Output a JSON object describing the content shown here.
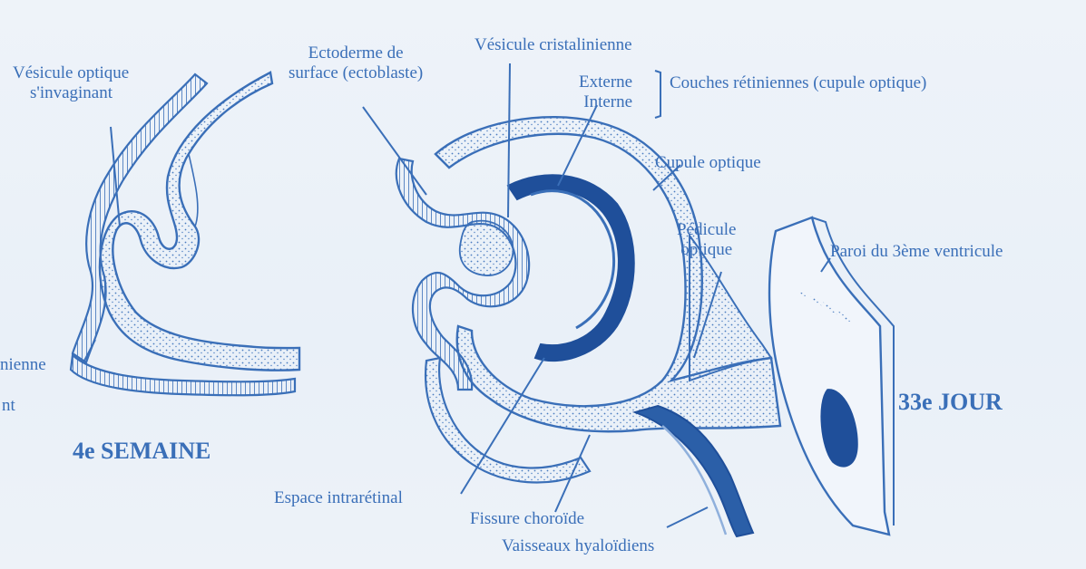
{
  "labels": {
    "optic_vesicle": "Vésicule optique\n    s'invaginant",
    "cropped_1": "nienne",
    "cropped_2": "nt",
    "surface_ectoderm": "Ectoderme de\nsurface (ectoblaste)",
    "lens_vesicle": "Vésicule cristalinienne",
    "external_internal": "Externe\nInterne",
    "retinal_layers": "Couches rétiniennes (cupule optique)",
    "optic_cup": "Cupule optique",
    "optic_stalk": "Pédicule\noptique",
    "third_ventricle_wall": "Paroi du 3ème ventricule",
    "intraretinal_space": "Espace intrarétinal",
    "choroid_fissure": "Fissure choroïde",
    "hyaloid_vessels": "Vaisseaux hyaloïdiens"
  },
  "stages": {
    "week4": "4e SEMAINE",
    "day33": "33e JOUR"
  },
  "colors": {
    "ink": "#3a6fb8",
    "dark_ink": "#1f4f9a",
    "background": "#eef3f9"
  }
}
